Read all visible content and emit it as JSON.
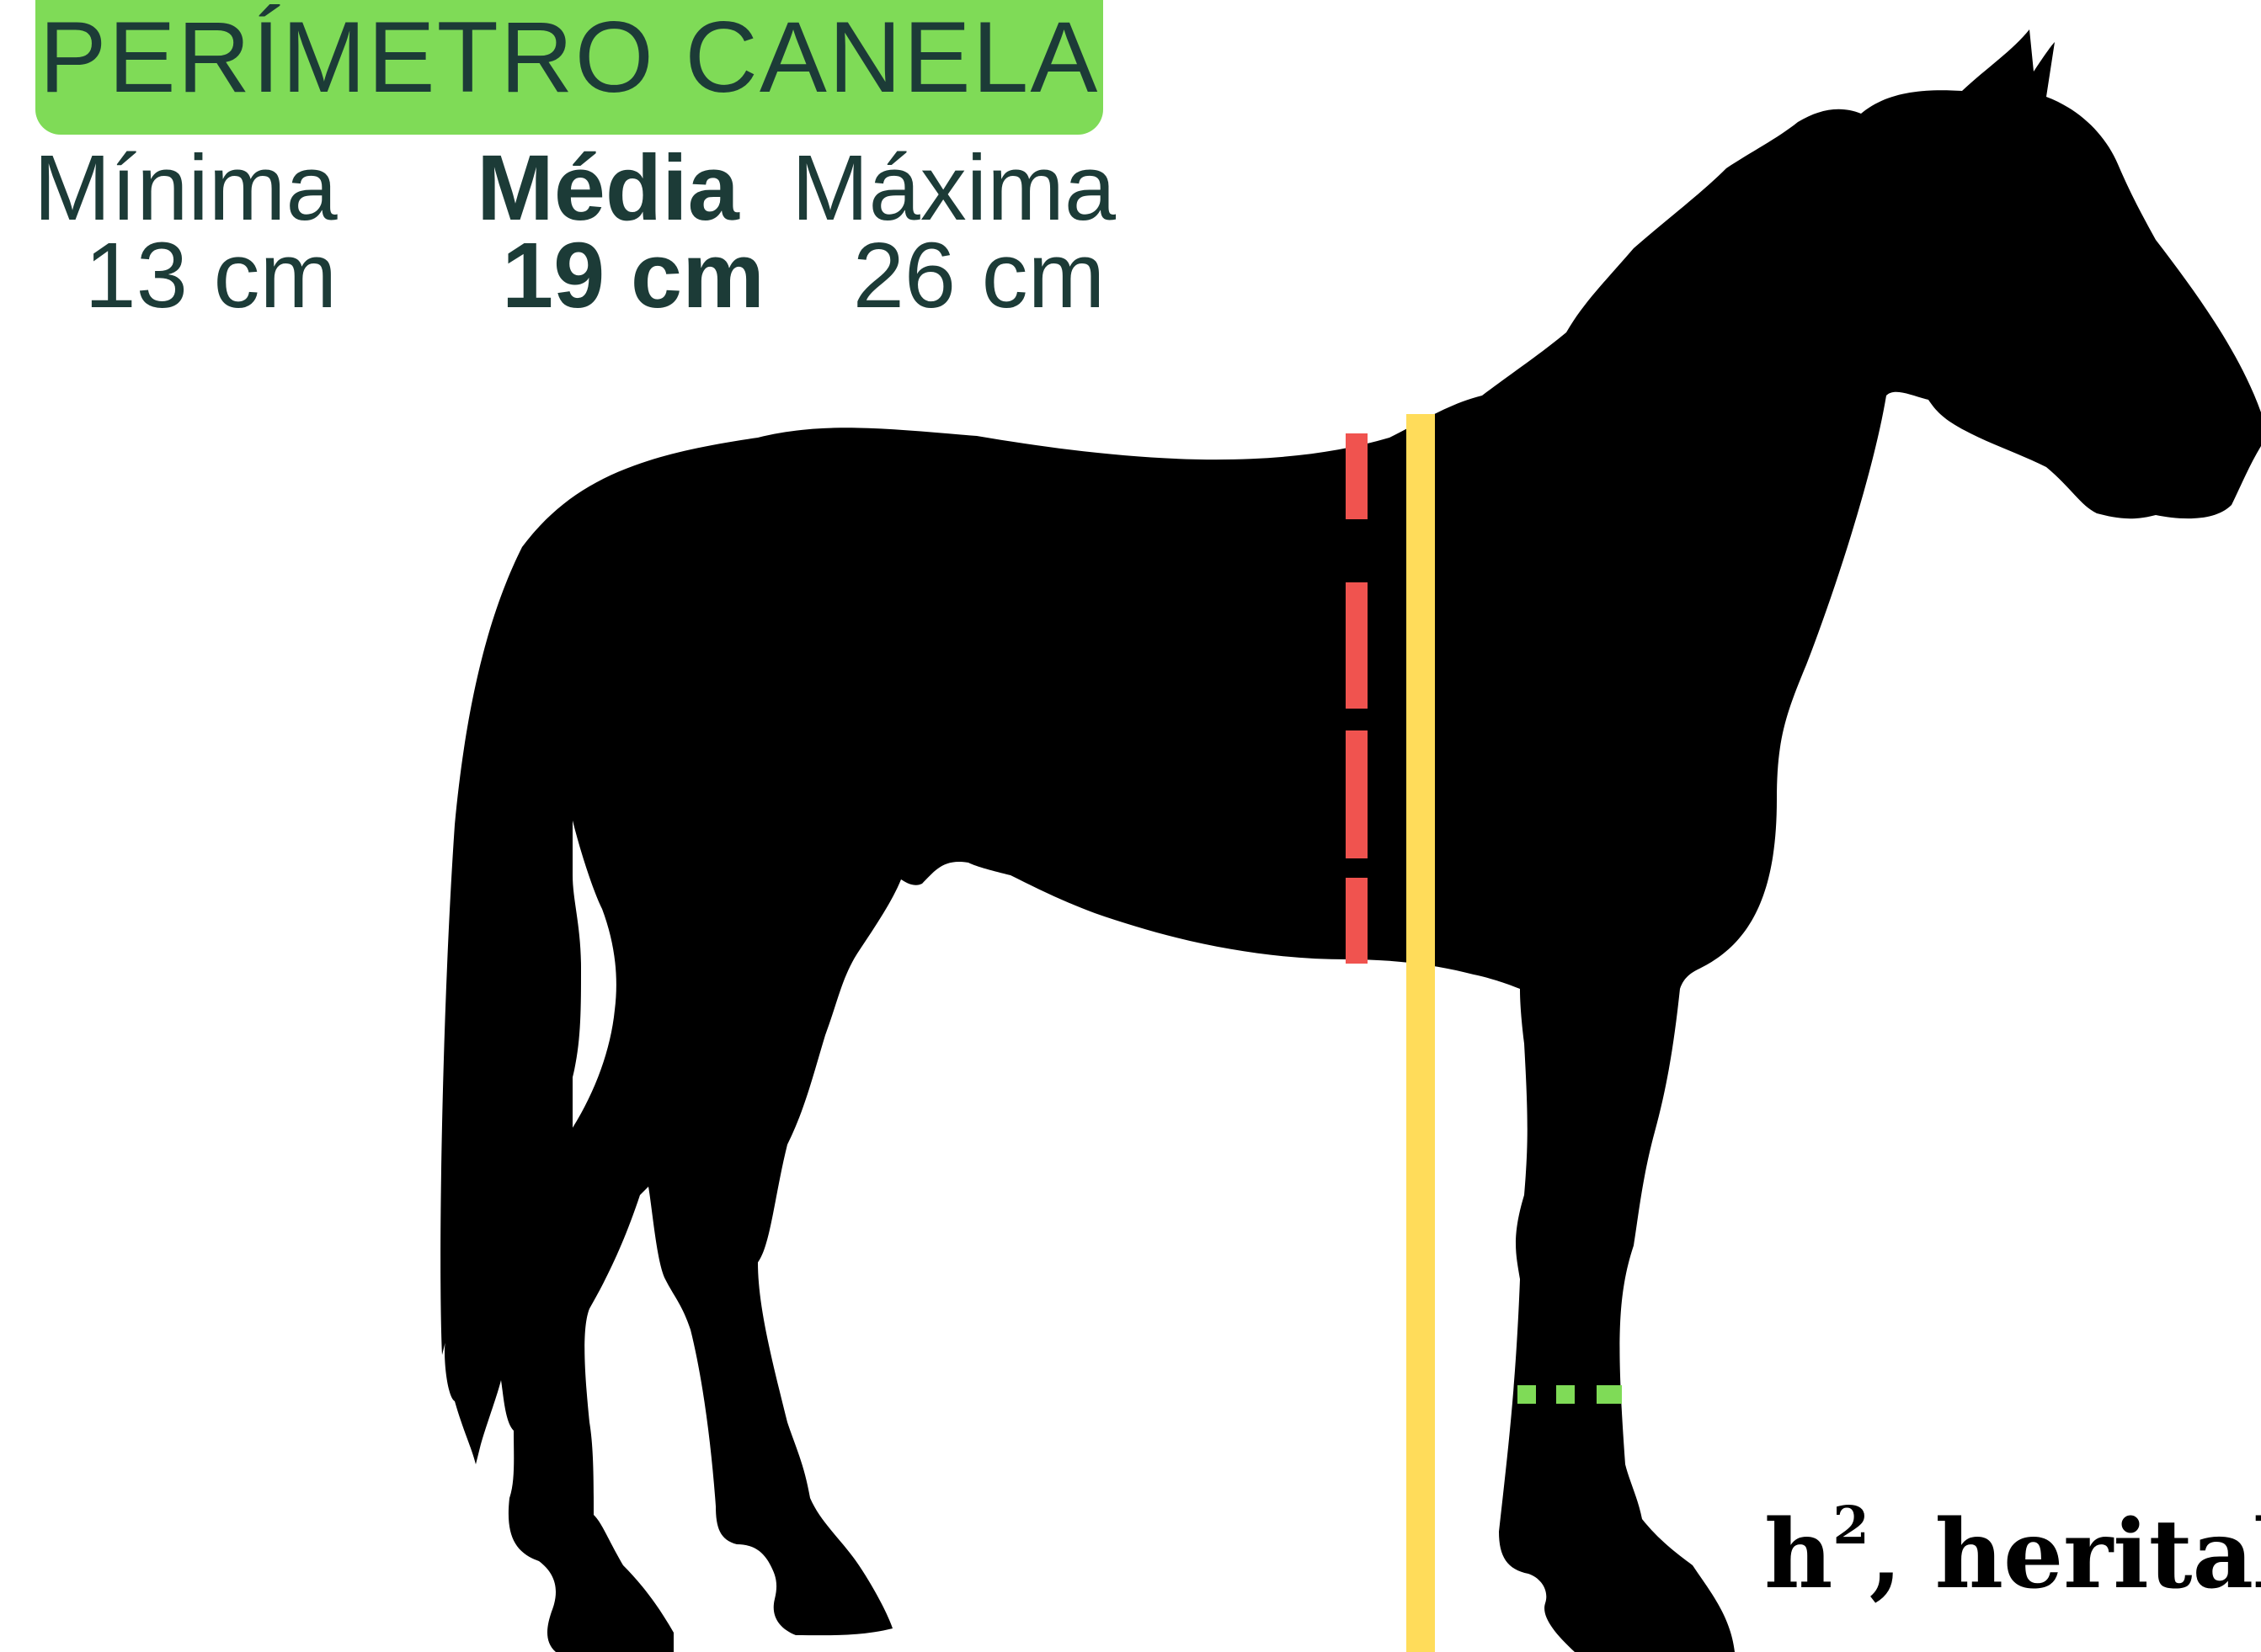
{
  "title": "PERÍMETRO CANELA",
  "stats": {
    "min": {
      "label": "Mínima",
      "value": "13 cm"
    },
    "avg": {
      "label": "Média",
      "value": "19 cm"
    },
    "max": {
      "label": "Máxima",
      "value": "26 cm"
    }
  },
  "footer": {
    "symbol_base": "h",
    "symbol_exp": "2",
    "text": ", heritab"
  },
  "colors": {
    "badge": "#7fdb57",
    "text": "#1c3b37",
    "horse": "#000000",
    "red_marker": "#f0534f",
    "yellow_marker": "#ffdc5a",
    "green_marker": "#7fdb57"
  },
  "icons": {
    "horse": "horse-silhouette-icon"
  }
}
